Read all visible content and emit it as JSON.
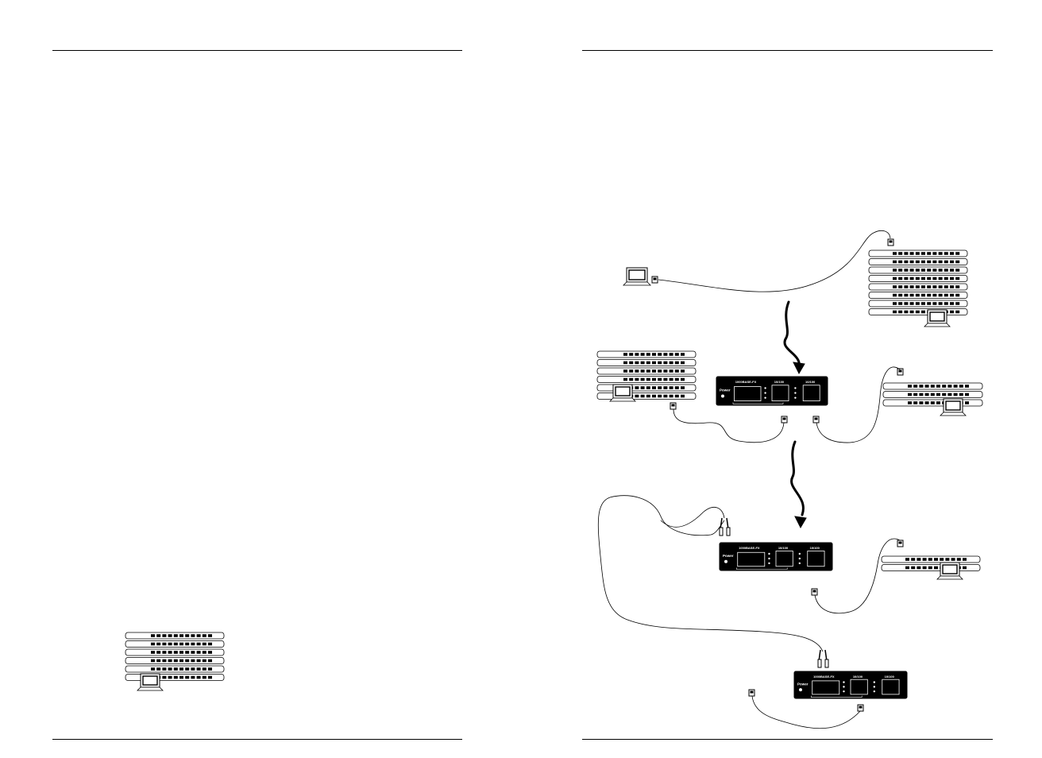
{
  "pages": {
    "left": {
      "header_rule": true,
      "footer_rule": true
    },
    "right": {
      "header_rule": true,
      "footer_rule": true
    }
  },
  "converter_labels": {
    "power": "Power",
    "fiber_port": "1000BASE-FX",
    "port_1": "10/100",
    "port_2": "10/100"
  },
  "steps": [
    {
      "id": "step-1",
      "description": "laptop connected to a stacked switch"
    },
    {
      "id": "step-2",
      "description": "converter linking two switches over copper"
    },
    {
      "id": "step-3",
      "description": "two converters linked over fiber"
    }
  ]
}
